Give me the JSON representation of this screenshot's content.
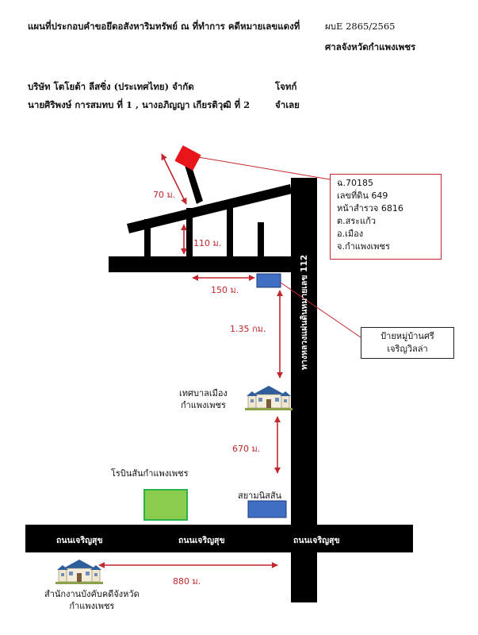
{
  "header": {
    "title": "แผนที่ประกอบคำขอยึดอสังหาริมทรัพย์ ณ ที่ทำการ คดีหมายเลขแดงที่",
    "case_no": "ผบE 2865/2565",
    "court": "ศาลจังหวัดกำแพงเพชร",
    "plaintiff": "บริษัท โตโยต้า ลีสซิ่ง (ประเทศไทย) จำกัด",
    "plaintiff_role": "โจทก์",
    "defendants": "นายศิริพงษ์ การสมทบ ที่ 1 , นางอภิญญา เกียรติวุฒิ ที่ 2",
    "defendant_role": "จำเลย"
  },
  "property": {
    "lines": [
      "ฉ.70185",
      "เลขที่ดิน 649",
      "หน้าสำรวจ 6816",
      "ต.สระแก้ว",
      "อ.เมือง",
      "จ.กำแพงเพชร"
    ]
  },
  "sign": {
    "lines": [
      "ป้ายหมู่บ้านศรี",
      "เจริญวิลล่า"
    ]
  },
  "distances": {
    "d70": "70 ม.",
    "d110": "110 ม.",
    "d150": "150 ม.",
    "d135": "1.35 กม.",
    "d670": "670 ม.",
    "d880": "880 ม."
  },
  "roads": {
    "highway": "ทางหลวงแผ่นดินหมายเลข 112",
    "charoensuk": "ถนนเจริญสุข"
  },
  "landmarks": {
    "municipality": [
      "เทศบาลเมือง",
      "กำแพงเพชร"
    ],
    "robinson": "โรบินสันกำแพงเพชร",
    "siam_nissan": "สยามนิสสัน",
    "court_office": [
      "สำนักงานบังคับคดีจังหวัด",
      "กำแพงเพชร"
    ]
  },
  "colors": {
    "property_marker": "#e8161b",
    "annotation": "#c1272d",
    "blue_marker": "#3f6ec2",
    "green_marker": "#8ccc4f",
    "green_border": "#2bb34a",
    "road": "#000000"
  }
}
